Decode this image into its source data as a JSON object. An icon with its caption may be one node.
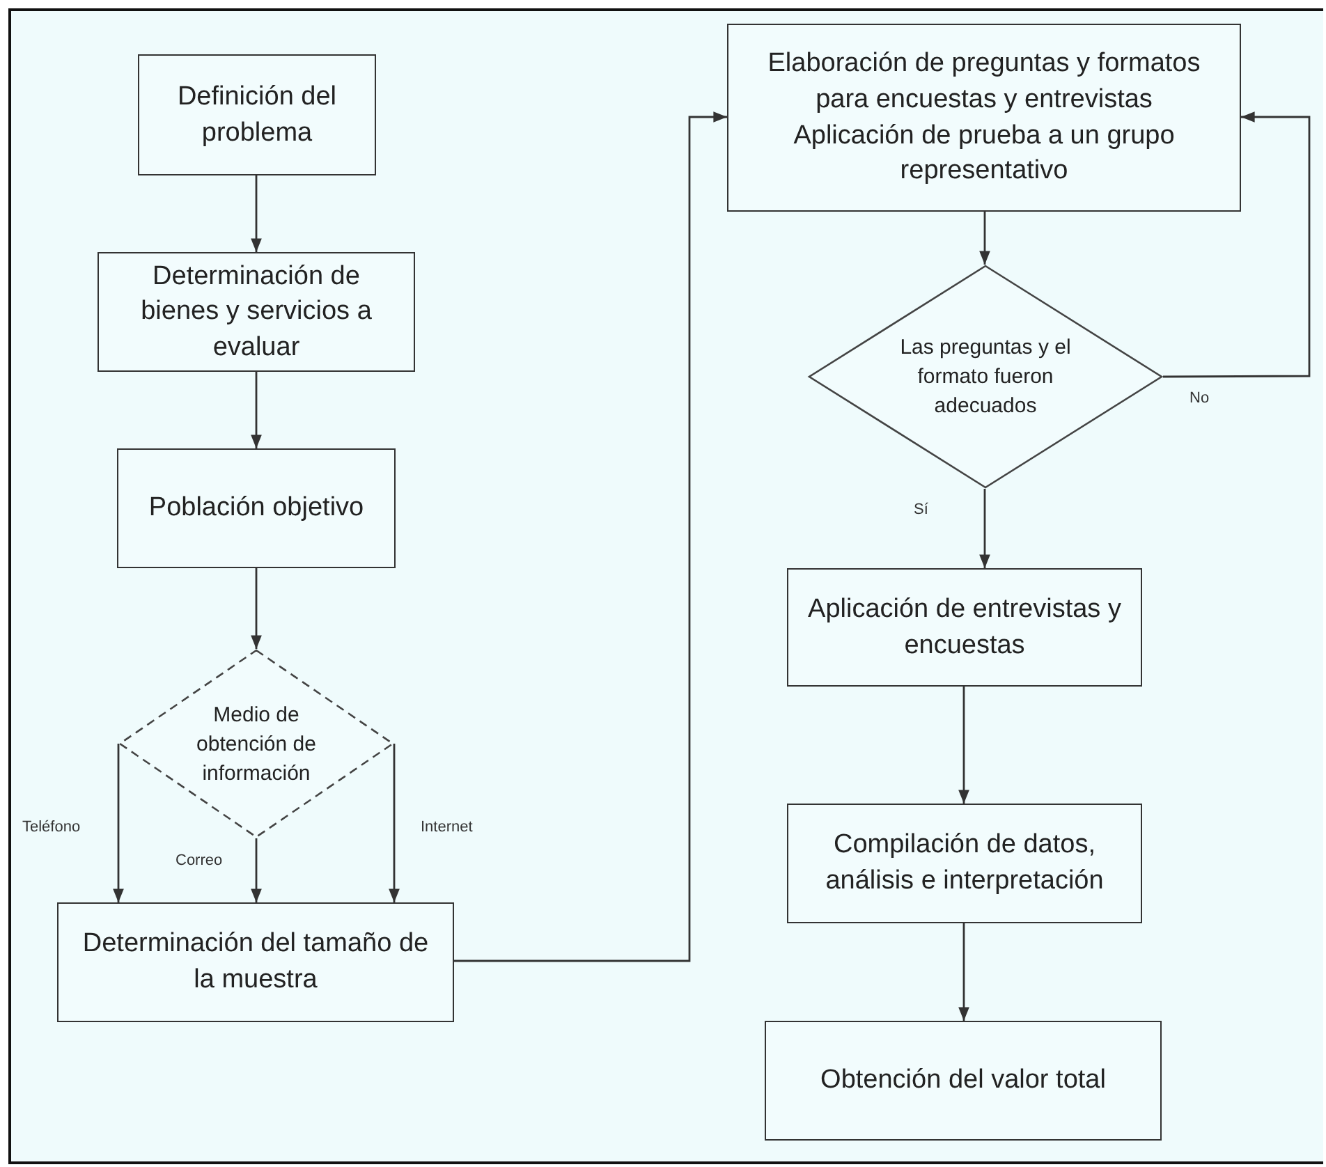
{
  "diagram": {
    "nodes": [
      {
        "text": [
          "Definición del problema"
        ]
      },
      {
        "text": [
          "Determinación de bienes y servicios a evaluar"
        ]
      },
      {
        "text": [
          "Población objetivo"
        ]
      },
      {
        "text": [
          "Medio de obtención de información"
        ]
      },
      {
        "text": [
          "Determinación del tamaño de la muestra"
        ]
      },
      {
        "text": [
          "Elaboración de preguntas y formatos para encuestas y entrevistas",
          "Aplicación de prueba a un grupo representativo"
        ]
      },
      {
        "text": [
          "Las preguntas y el formato fueron adecuados"
        ]
      },
      {
        "text": [
          "Aplicación de entrevistas y encuestas"
        ]
      },
      {
        "text": [
          "Compilación de datos, análisis e interpretación"
        ]
      },
      {
        "text": [
          "Obtención del valor total"
        ]
      }
    ],
    "edges": [
      {
        "from": 0,
        "to": 1,
        "arrow": "to"
      },
      {
        "from": 1,
        "to": 2,
        "arrow": "to"
      },
      {
        "from": 2,
        "to": 3,
        "arrow": "to"
      },
      {
        "from": 3,
        "to": 4,
        "arrow": "to",
        "label": "Teléfono"
      },
      {
        "from": 3,
        "to": 4,
        "arrow": "to",
        "label": "Correo"
      },
      {
        "from": 3,
        "to": 4,
        "arrow": "to",
        "label": "Internet"
      },
      {
        "from": 4,
        "to": 5,
        "arrow": "to"
      },
      {
        "from": 5,
        "to": 6,
        "arrow": "to"
      },
      {
        "from": 6,
        "to": 7,
        "arrow": "to",
        "label": "Sí"
      },
      {
        "from": 6,
        "to": 5,
        "arrow": "to",
        "label": "No"
      },
      {
        "from": 7,
        "to": 8,
        "arrow": "to"
      },
      {
        "from": 8,
        "to": 9,
        "arrow": "to"
      }
    ]
  }
}
